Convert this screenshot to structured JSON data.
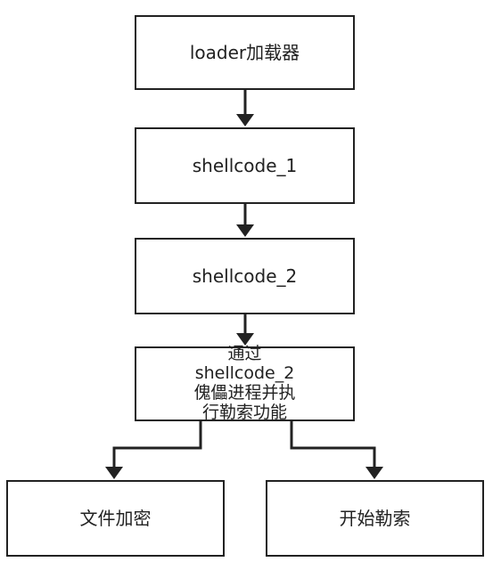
{
  "diagram": {
    "nodes": {
      "loader": {
        "label": "loader加载器"
      },
      "shellcode1": {
        "label": "shellcode_1"
      },
      "shellcode2": {
        "label": "shellcode_2"
      },
      "execute": {
        "lines": [
          "通过",
          "shellcode_2",
          "傀儡进程并执",
          "行勒索功能"
        ]
      },
      "encrypt": {
        "label": "文件加密"
      },
      "ransom": {
        "label": "开始勒索"
      }
    },
    "edges": [
      {
        "from": "loader",
        "to": "shellcode1"
      },
      {
        "from": "shellcode1",
        "to": "shellcode2"
      },
      {
        "from": "shellcode2",
        "to": "execute"
      },
      {
        "from": "execute",
        "to": "encrypt"
      },
      {
        "from": "execute",
        "to": "ransom"
      }
    ],
    "colors": {
      "stroke": "#222222",
      "fill": "#ffffff"
    }
  }
}
